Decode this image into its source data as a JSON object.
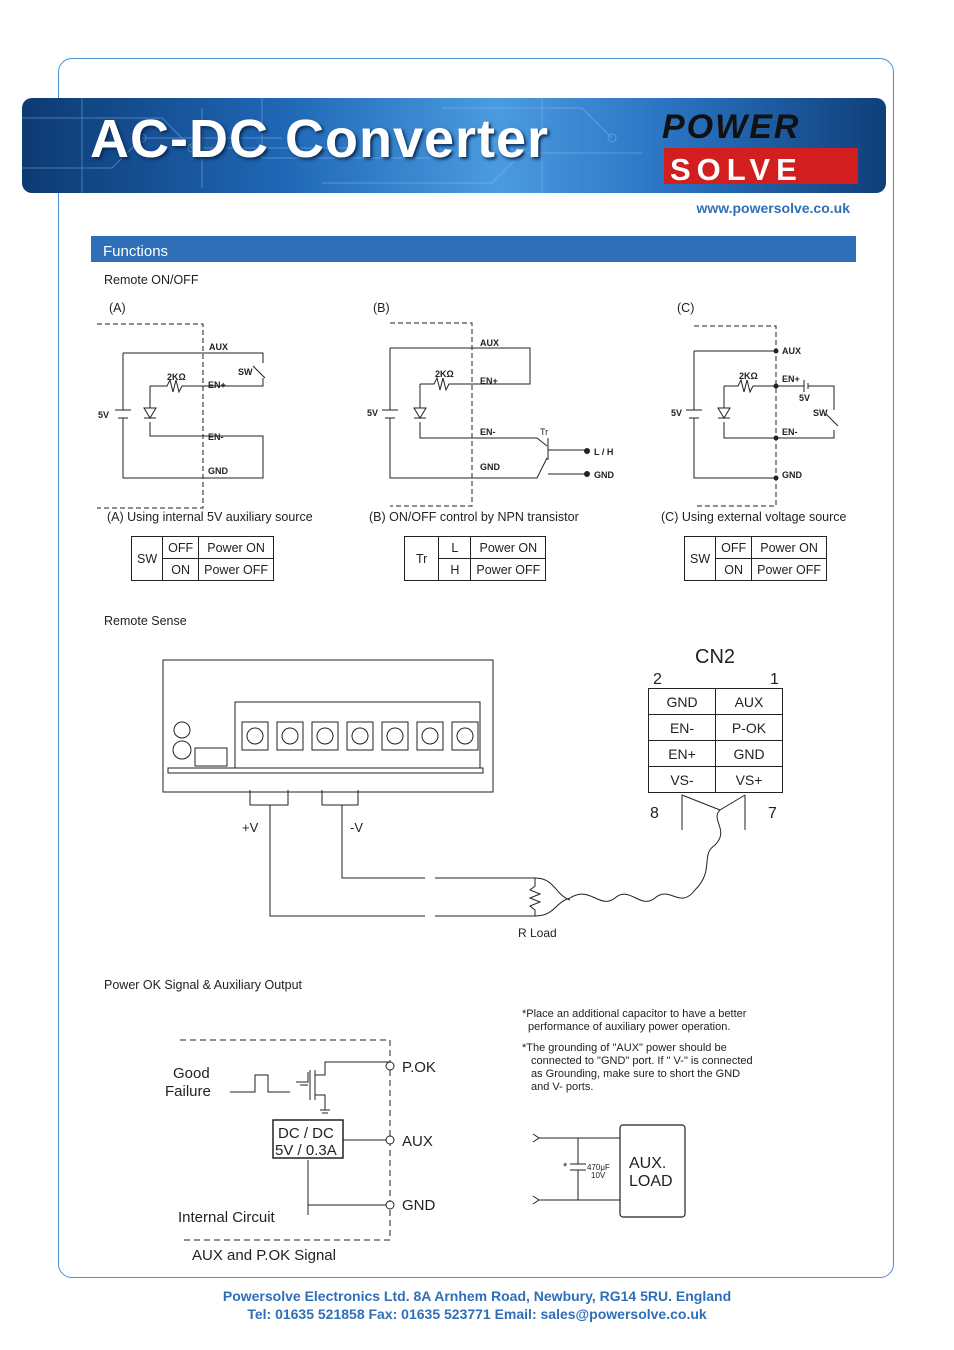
{
  "header": {
    "title": "AC-DC Converter",
    "logo_top": "POWER",
    "logo_bottom": "SOLVE",
    "url": "www.powersolve.co.uk"
  },
  "section": {
    "title": "Functions"
  },
  "remote_onoff": {
    "heading": "Remote ON/OFF",
    "diagrams": [
      {
        "tag": "(A)",
        "caption": "(A) Using internal 5V auxiliary source",
        "labels": {
          "aux": "AUX",
          "sw": "SW",
          "res": "2KΩ",
          "enp": "EN+",
          "v5": "5V",
          "enm": "EN-",
          "gnd": "GND"
        }
      },
      {
        "tag": "(B)",
        "caption": "(B) ON/OFF control by NPN transistor",
        "labels": {
          "aux": "AUX",
          "res": "2KΩ",
          "enp": "EN+",
          "v5": "5V",
          "enm": "EN-",
          "tr": "Tr",
          "lh": "L / H",
          "gnd": "GND",
          "gnd2": "GND"
        }
      },
      {
        "tag": "(C)",
        "caption": "(C) Using external voltage source",
        "labels": {
          "aux": "AUX",
          "res": "2KΩ",
          "enp": "EN+",
          "v5": "5V",
          "v5ext": "5V",
          "sw": "SW",
          "enm": "EN-",
          "gnd": "GND"
        }
      }
    ],
    "tables": [
      {
        "ctrl": "SW",
        "rows": [
          [
            "OFF",
            "Power ON"
          ],
          [
            "ON",
            "Power OFF"
          ]
        ]
      },
      {
        "ctrl": "Tr",
        "rows": [
          [
            "L",
            "Power ON"
          ],
          [
            "H",
            "Power OFF"
          ]
        ]
      },
      {
        "ctrl": "SW",
        "rows": [
          [
            "OFF",
            "Power ON"
          ],
          [
            "ON",
            "Power OFF"
          ]
        ]
      }
    ]
  },
  "remote_sense": {
    "heading": "Remote Sense",
    "plus_v": "+V",
    "minus_v": "-V",
    "rload": "R Load",
    "cn2": {
      "title": "CN2",
      "pin_tl": "2",
      "pin_tr": "1",
      "pin_bl": "8",
      "pin_br": "7",
      "rows": [
        [
          "GND",
          "AUX"
        ],
        [
          "EN-",
          "P-OK"
        ],
        [
          "EN+",
          "GND"
        ],
        [
          "VS-",
          "VS+"
        ]
      ]
    }
  },
  "pok": {
    "heading": "Power OK Signal & Auxiliary Output",
    "good": "Good",
    "failure": "Failure",
    "dcdc_1": "DC / DC",
    "dcdc_2": "5V / 0.3A",
    "pok_label": "P.OK",
    "aux_label": "AUX",
    "gnd_label": "GND",
    "internal": "Internal  Circuit",
    "caption": "AUX and P.OK Signal",
    "note1_a": "*Place an additional capacitor to have a better",
    "note1_b": "performance of auxiliary power operation.",
    "note2_a": "*The grounding of \"AUX\" power should be",
    "note2_b": "connected to \"GND\" port. If \" V-\" is connected",
    "note2_c": "as Grounding, make sure to short the GND",
    "note2_d": "and V- ports.",
    "cap_star": "*",
    "cap_val": "470μF",
    "cap_v": "10V",
    "aux_load_1": "AUX.",
    "aux_load_2": "LOAD"
  },
  "footer": {
    "line1": "Powersolve Electronics Ltd.  8A Arnhem Road,  Newbury, RG14 5RU.  England",
    "line2": "Tel: 01635 521858  Fax: 01635 523771  Email: sales@powersolve.co.uk"
  }
}
